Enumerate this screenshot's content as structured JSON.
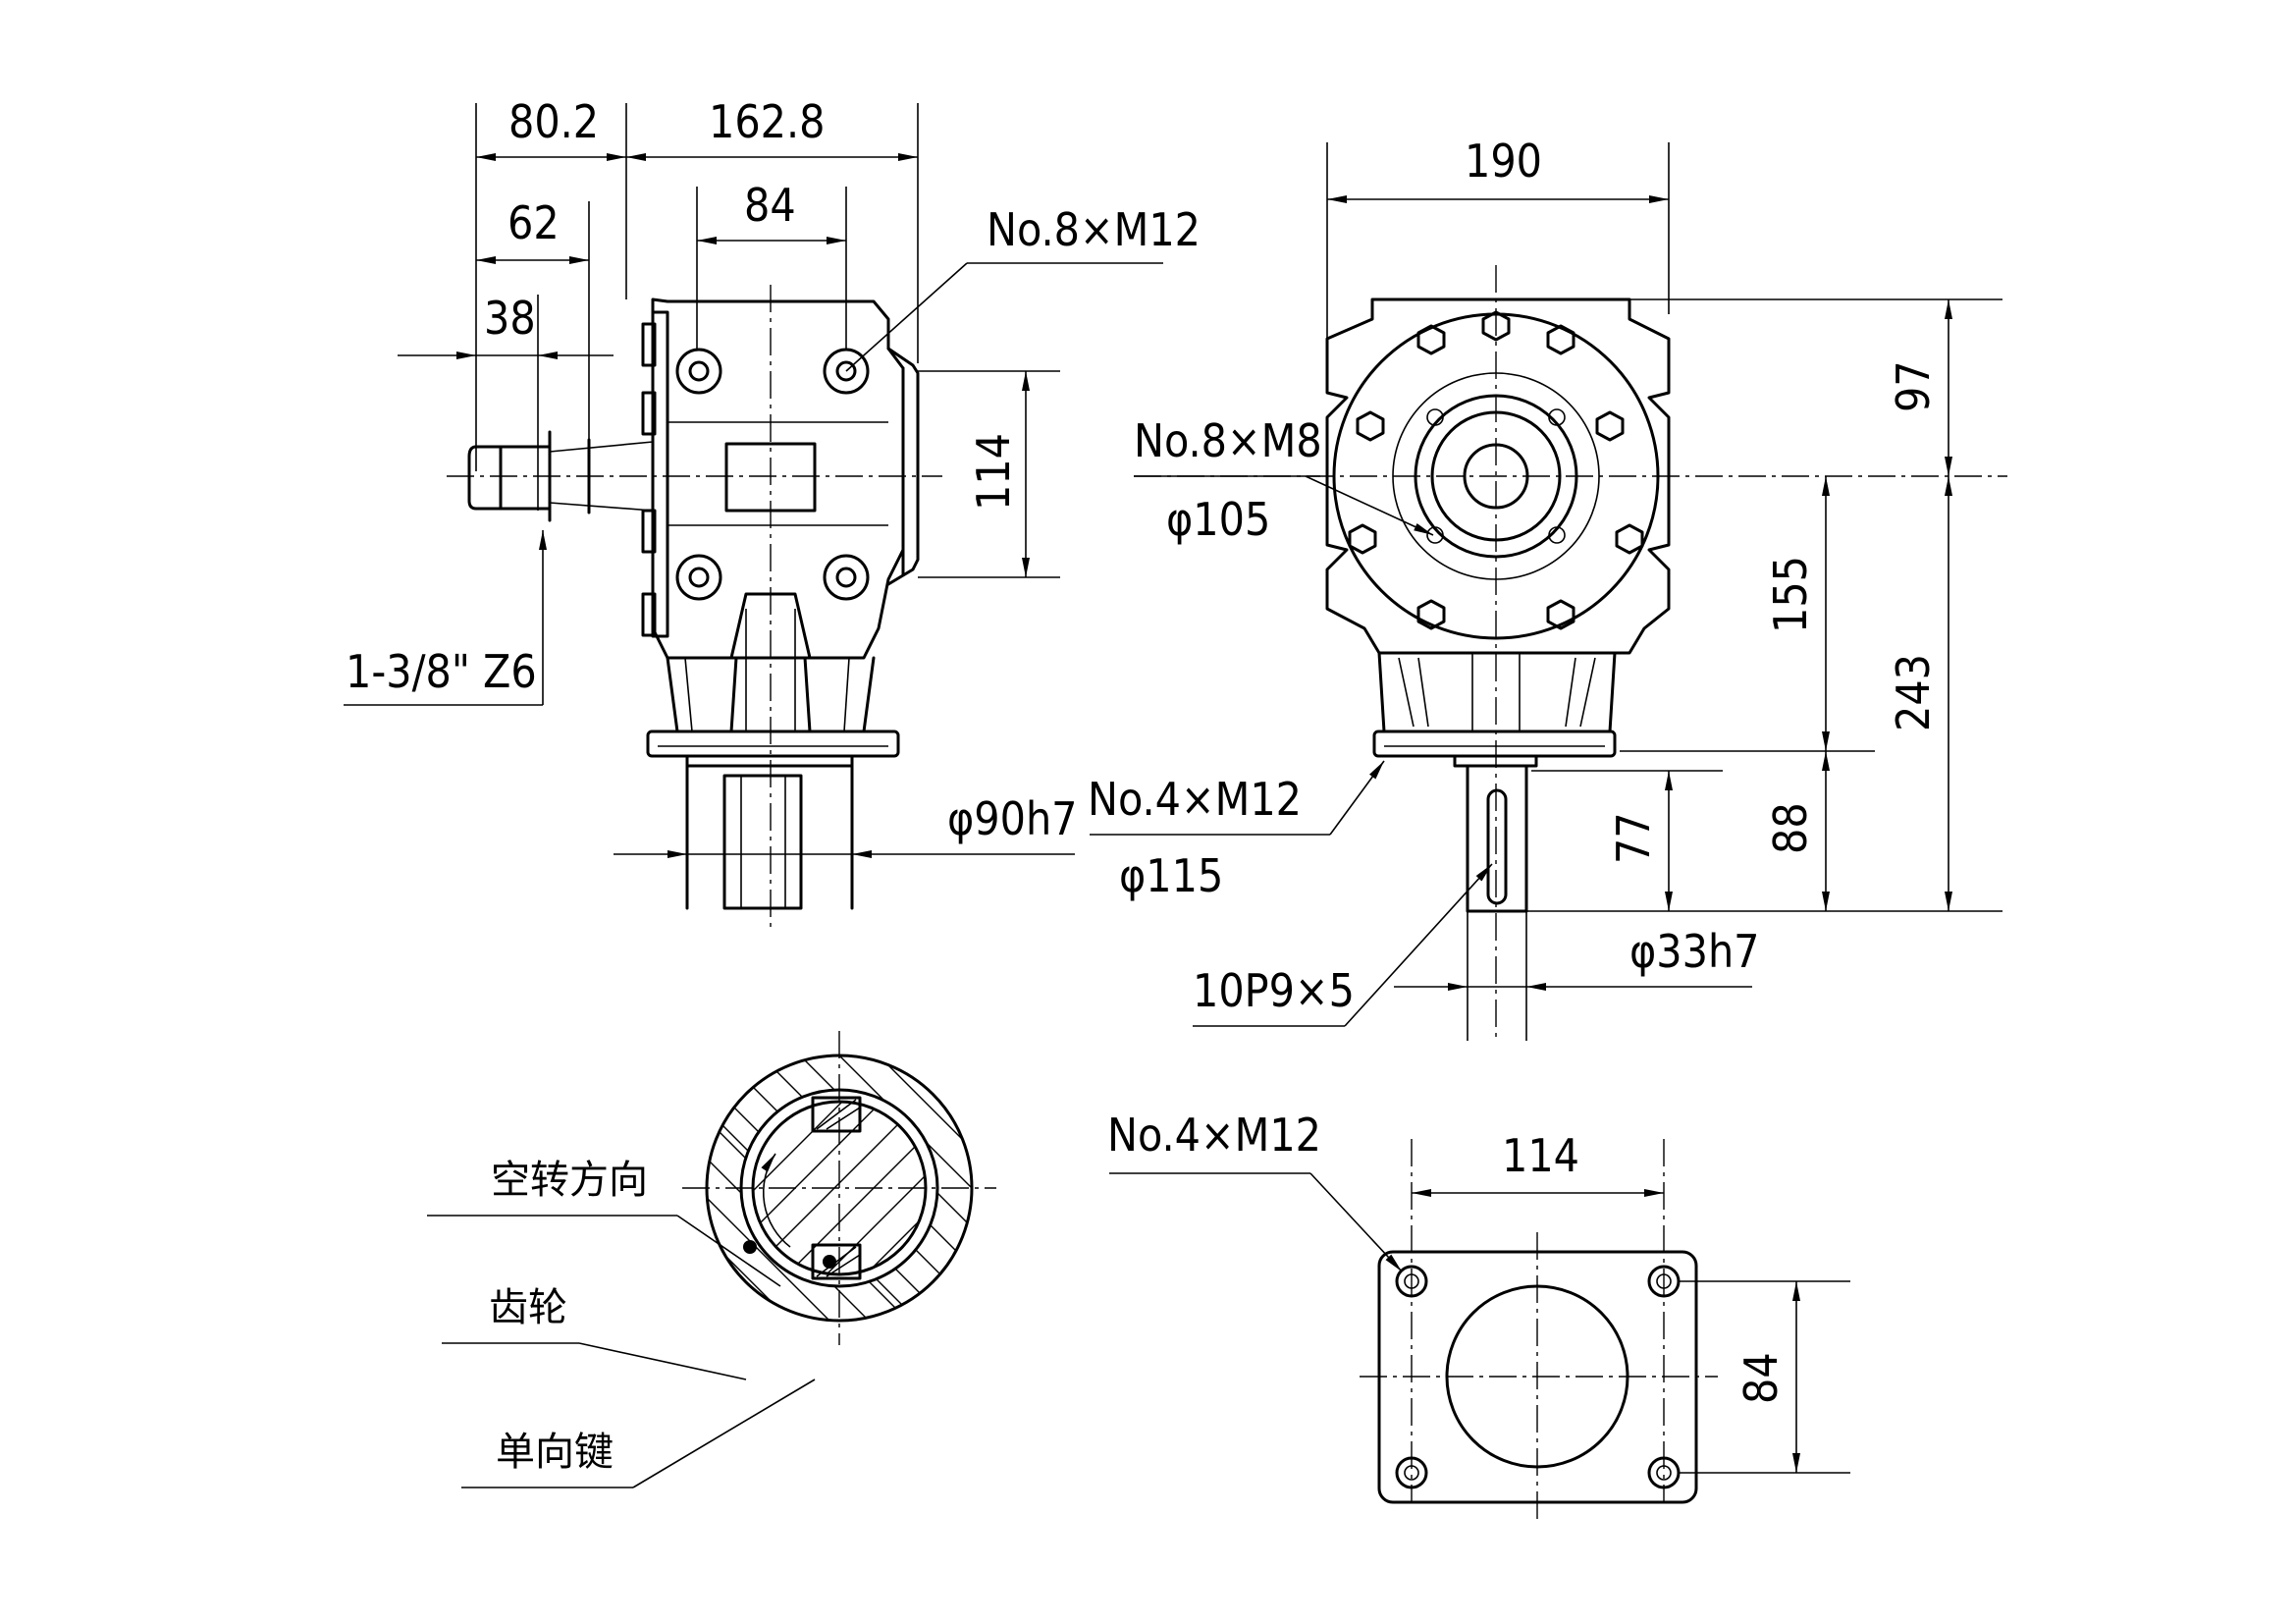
{
  "front_view": {
    "dim_80_2": "80.2",
    "dim_162_8": "162.8",
    "dim_62": "62",
    "dim_84": "84",
    "dim_38": "38",
    "dim_114": "114",
    "bolt_note": "No.8×M12",
    "shaft_note": "1-3/8\" Z6",
    "dia_90": "φ90h7"
  },
  "side_view": {
    "dim_190": "190",
    "dim_97": "97",
    "dim_155": "155",
    "dim_243": "243",
    "dim_88": "88",
    "dim_77": "77",
    "bolt_note_m8": "No.8×M8",
    "dia_105": "φ105",
    "bolt_note_m12": "No.4×M12",
    "dia_115": "φ115",
    "key_note": "10P9×5",
    "dia_33": "φ33h7"
  },
  "section_view": {
    "label_free_rotation": "空转方向",
    "label_gear": "齿轮",
    "label_one_way_key": "单向键"
  },
  "flange_view": {
    "bolt_note": "No.4×M12",
    "dim_114": "114",
    "dim_84": "84"
  }
}
